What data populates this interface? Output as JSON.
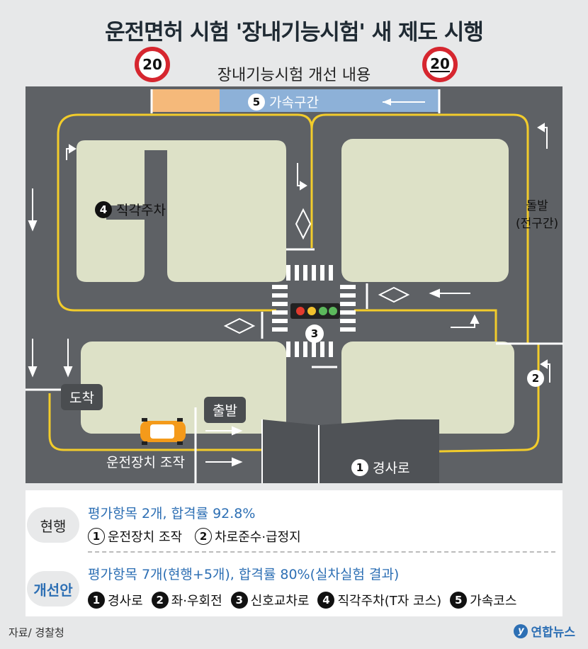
{
  "title": "운전면허 시험 '장내기능시험' 새 제도 시행",
  "subtitle": "장내기능시험 개선 내용",
  "speed_sign": {
    "left": "20",
    "right": "20"
  },
  "map_labels": {
    "speed_zone": {
      "num": "5",
      "text": "가속구간"
    },
    "parking": {
      "num": "4",
      "text": "직각주차"
    },
    "bump": "돌발\n(전구간)",
    "signal": {
      "num": "3"
    },
    "turn": {
      "num": "2"
    },
    "arrive": "도착",
    "depart": "출발",
    "control": "운전장치 조작",
    "slope": {
      "num": "1",
      "text": "경사로"
    }
  },
  "colors": {
    "road": "#5e6165",
    "block": "#dde1c7",
    "lane": "#f2cc2b",
    "speed_zone": "#8db1d8",
    "orange": "#f5b97a"
  },
  "panel": {
    "current": {
      "badge": "현행",
      "summary": "평가항목 2개, 합격률 92.8%",
      "items": [
        {
          "num": "1",
          "text": "운전장치 조작"
        },
        {
          "num": "2",
          "text": "차로준수·급정지"
        }
      ]
    },
    "improved": {
      "badge": "개선안",
      "summary": "평가항목 7개(현행+5개), 합격률 80%(실차실험 결과)",
      "items": [
        {
          "num": "1",
          "text": "경사로"
        },
        {
          "num": "2",
          "text": "좌·우회전"
        },
        {
          "num": "3",
          "text": "신호교차로"
        },
        {
          "num": "4",
          "text": "직각주차(T자 코스)"
        },
        {
          "num": "5",
          "text": "가속코스"
        }
      ]
    }
  },
  "source": "자료/ 경찰청",
  "logo": "연합뉴스"
}
